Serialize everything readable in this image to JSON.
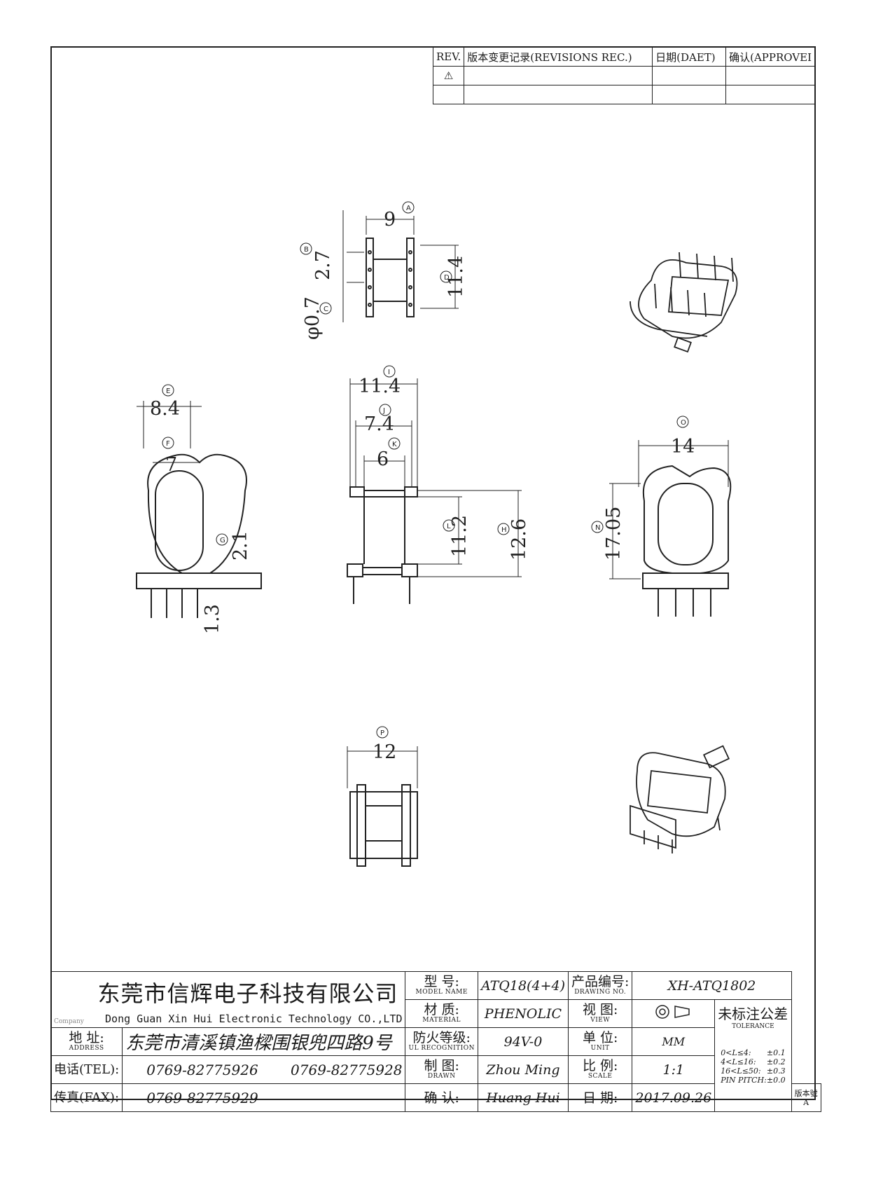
{
  "revisions": {
    "headers": [
      "REV.",
      "版本变更记录(REVISIONS REC.)",
      "日期(DAET)",
      "确认(APPROVEI"
    ],
    "rows": [
      [
        "⚠",
        "",
        "",
        ""
      ],
      [
        "",
        "",
        "",
        ""
      ]
    ]
  },
  "dimensions": {
    "A": "9",
    "B": "2.7",
    "C": "φ0.7",
    "D": "11.4",
    "E": "8.4",
    "F": "7",
    "G": "2.1",
    "G2": "1.3",
    "I": "11.4",
    "J": "7.4",
    "K": "6",
    "L": "11.2",
    "H": "12.6",
    "O": "14",
    "N": "17.05",
    "P": "12"
  },
  "markers": [
    "A",
    "B",
    "C",
    "D",
    "E",
    "F",
    "G",
    "I",
    "J",
    "K",
    "L",
    "H",
    "O",
    "N",
    "P"
  ],
  "titleblock": {
    "company_cn": "东莞市信辉电子科技有限公司",
    "company_en": "Dong Guan Xin Hui Electronic Technology CO.,LTD",
    "company_en_label": "Company",
    "address_label": "地  址:",
    "address_label_en": "ADDRESS",
    "address": "东莞市清溪镇渔樑围银兜四路9号",
    "tel_label": "电话(TEL):",
    "tel1": "0769-82775926",
    "tel2": "0769-82775928",
    "fax_label": "传真(FAX):",
    "fax": "0769-82775929",
    "model_label": "型  号:",
    "model_label_en": "MODEL NAME",
    "model": "ATQ18(4+4)",
    "drawing_no_label": "产品编号:",
    "drawing_no_label_en": "DRAWING NO.",
    "drawing_no": "XH-ATQ1802",
    "material_label": "材  质:",
    "material_label_en": "MATERIAL",
    "material": "PHENOLIC",
    "view_label": "视  图:",
    "view_label_en": "VIEW",
    "tolerance_label": "未标注公差",
    "tolerance_label_en": "TOLERANCE",
    "flame_label": "防火等级:",
    "flame_label_en": "UL RECOGNITION",
    "flame": "94V-0",
    "unit_label": "单  位:",
    "unit_label_en": "UNIT",
    "unit": "MM",
    "tolerances": [
      [
        "0<L≤4:",
        "±0.1"
      ],
      [
        "4<L≤16:",
        "±0.2"
      ],
      [
        "16<L≤50:",
        "±0.3"
      ],
      [
        "PIN PITCH:",
        "±0.0"
      ]
    ],
    "drawn_label": "制  图:",
    "drawn_label_en": "DRAWN",
    "drawn": "Zhou Ming",
    "scale_label": "比  例:",
    "scale_label_en": "SCALE",
    "scale": "1:1",
    "approve_label": "确  认:",
    "approve": "Huang Hui",
    "date_label": "日  期:",
    "date": "2017.09.26",
    "version_label": "版本號",
    "version": "A"
  }
}
